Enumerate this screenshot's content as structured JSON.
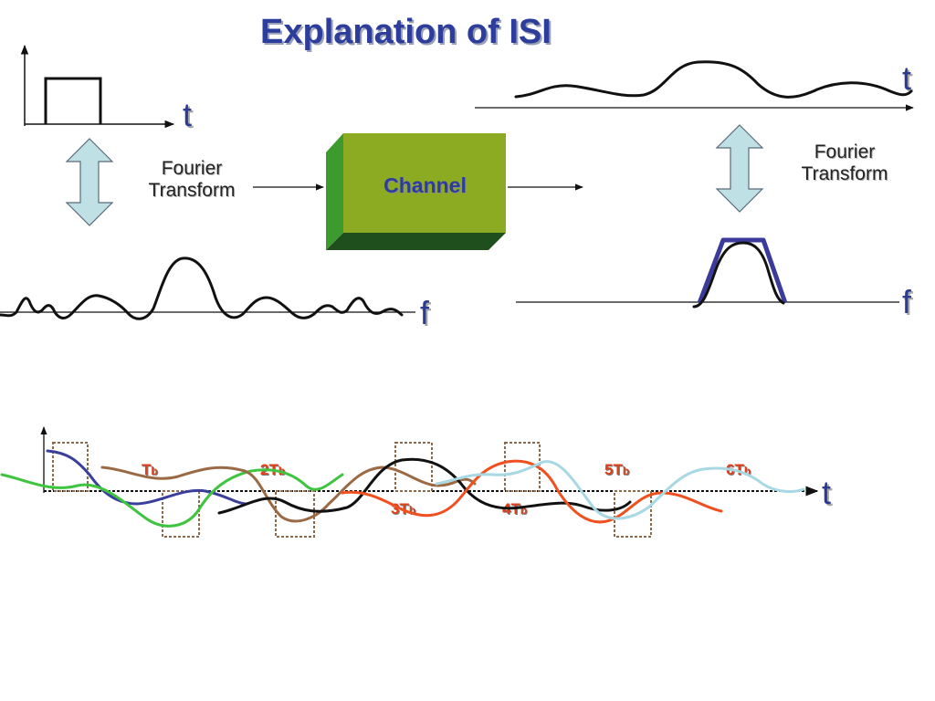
{
  "title": "Explanation of ISI",
  "top_left": {
    "time_axis_label": "t",
    "freq_axis_label": "f",
    "transform_label_line1": "Fourier",
    "transform_label_line2": "Transform"
  },
  "channel": {
    "label": "Channel",
    "front_color": "#8caa22",
    "side_color": "#3c9a2e",
    "bottom_color": "#1f4f1c"
  },
  "top_right": {
    "time_axis_label": "t",
    "freq_axis_label": "f",
    "transform_label_line1": "Fourier",
    "transform_label_line2": "Transform"
  },
  "bottom": {
    "time_axis_label": "t",
    "symbol_labels": [
      {
        "main": "T",
        "sub": "b"
      },
      {
        "main": "2T",
        "sub": "b"
      },
      {
        "main": "3T",
        "sub": "b"
      },
      {
        "main": "4T",
        "sub": "b"
      },
      {
        "main": "5T",
        "sub": "b"
      },
      {
        "main": "6T",
        "sub": "b"
      }
    ],
    "pulse_colors": [
      "#3a3f9c",
      "#3ec43e",
      "#9b6a45",
      "#111111",
      "#f0501e",
      "#a8d8e3"
    ]
  },
  "colors": {
    "arrow_fill": "#bfe1e6",
    "arrow_stroke": "#5a6a7a",
    "bandlimit": "#3b3b9c",
    "label_blue": "#2c3d9c",
    "label_red": "#e0401a"
  }
}
